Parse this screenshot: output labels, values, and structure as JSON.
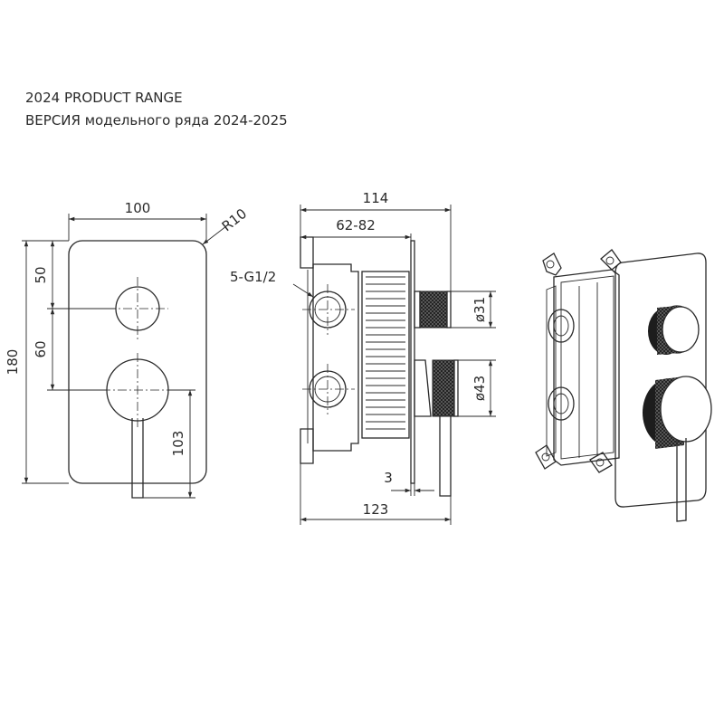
{
  "header": {
    "line1": "2024 PRODUCT RANGE",
    "line2": "ВЕРСИЯ модельного ряда 2024-2025"
  },
  "front_view": {
    "width": "100",
    "radius": "R10",
    "height": "180",
    "top_offset": "50",
    "spacing": "60",
    "lever_height": "103"
  },
  "side_view": {
    "depth_total": "114",
    "depth_range": "62-82",
    "connections": "5-G1/2",
    "knob_small": "ø31",
    "knob_large": "ø43",
    "plate": "3",
    "overall": "123"
  },
  "colors": {
    "line": "#2a2a2a",
    "knurl": "#1d1d1d"
  }
}
